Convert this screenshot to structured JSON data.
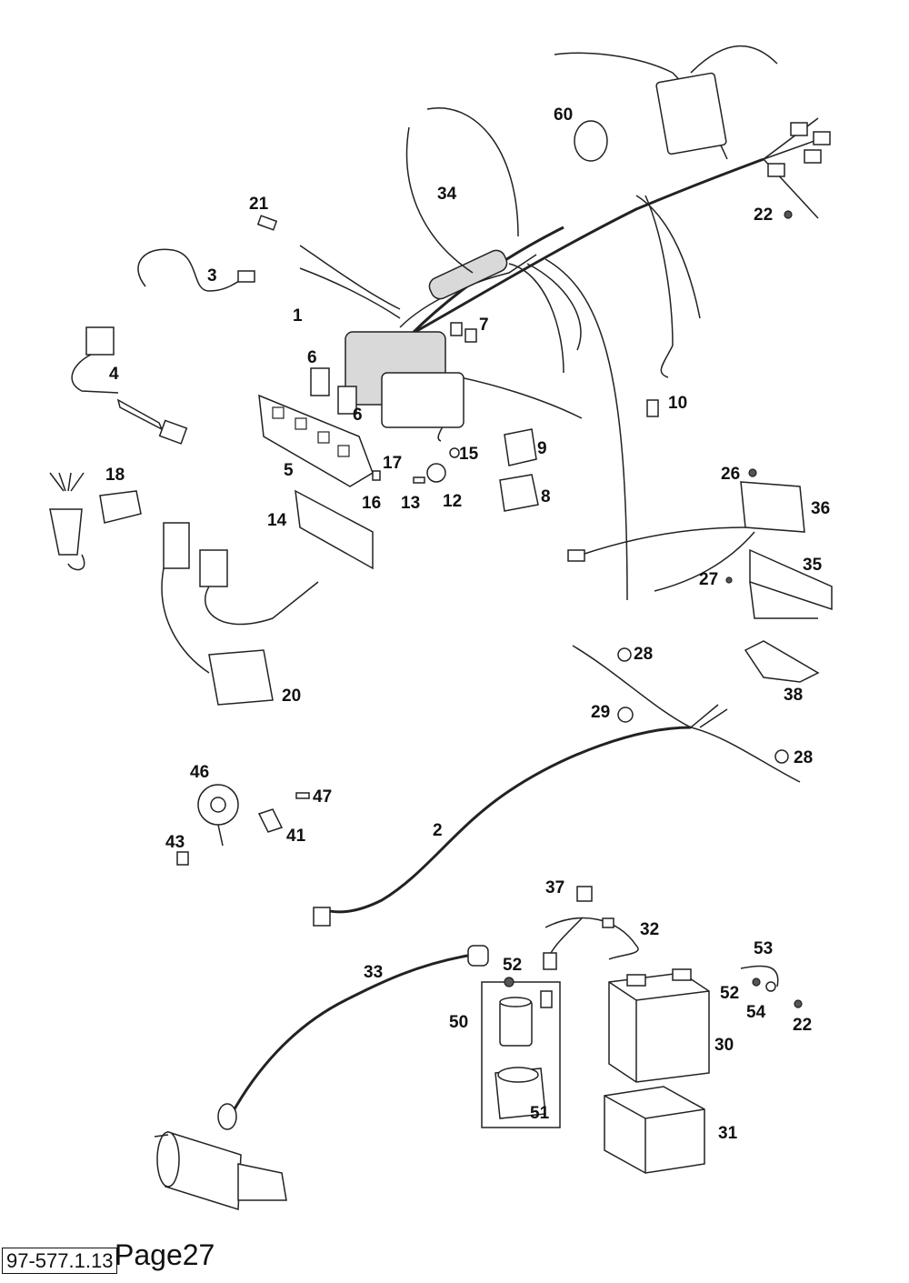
{
  "callouts": [
    "1",
    "2",
    "3",
    "4",
    "5",
    "6",
    "6",
    "7",
    "8",
    "9",
    "10",
    "12",
    "13",
    "14",
    "15",
    "16",
    "17",
    "18",
    "20",
    "21",
    "22",
    "22",
    "26",
    "27",
    "28",
    "28",
    "29",
    "30",
    "31",
    "32",
    "33",
    "34",
    "35",
    "36",
    "37",
    "38",
    "41",
    "43",
    "46",
    "47",
    "50",
    "51",
    "52",
    "52",
    "53",
    "54",
    "60"
  ],
  "footer": {
    "code": "97-577.1.13",
    "page": "Page27"
  }
}
